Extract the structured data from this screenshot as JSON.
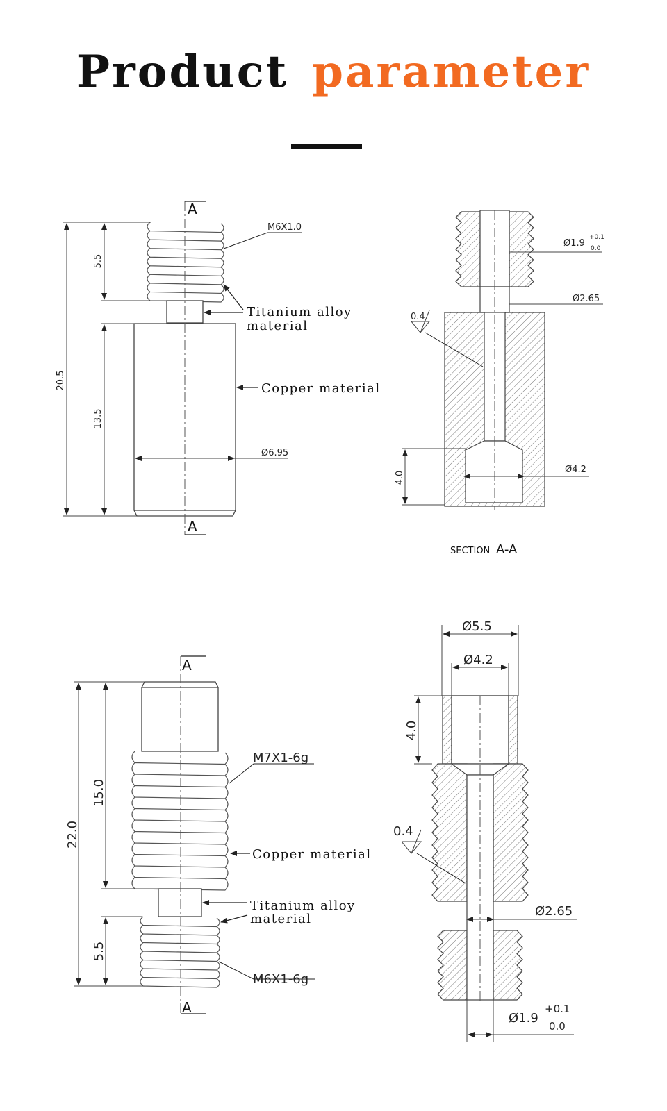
{
  "title": {
    "word1": "Product",
    "word2": "parameter",
    "accent_color": "#f26a21"
  },
  "diagram1": {
    "thread_top": "M6X1.0",
    "dim_total": "20.5",
    "dim_thread": "5.5",
    "dim_body": "13.5",
    "dim_diameter": "Ø6.95",
    "label_titanium_1": "Titanium alloy",
    "label_titanium_2": "material",
    "label_copper": "Copper material",
    "section_mark": "A"
  },
  "section1": {
    "bore_dia": "Ø1.9",
    "tol_plus": "+0.1",
    "tol_zero": "0.0",
    "neck_dia": "Ø2.65",
    "roughness": "0.4",
    "counterbore_dia": "Ø4.2",
    "counterbore_depth": "4.0",
    "section_prefix": "SECTION",
    "section_name": "A-A"
  },
  "diagram2": {
    "dim_total": "22.0",
    "dim_thread_large": "15.0",
    "dim_thread_small": "5.5",
    "thread_large": "M7X1-6g",
    "thread_small": "M6X1-6g",
    "label_copper": "Copper material",
    "label_titanium_1": "Titanium alloy",
    "label_titanium_2": "material",
    "section_mark": "A"
  },
  "section2": {
    "outer_dia": "Ø5.5",
    "counterbore_dia": "Ø4.2",
    "counterbore_depth": "4.0",
    "roughness": "0.4",
    "neck_dia": "Ø2.65",
    "bore_dia": "Ø1.9",
    "tol_plus": "+0.1",
    "tol_zero": "0.0"
  }
}
